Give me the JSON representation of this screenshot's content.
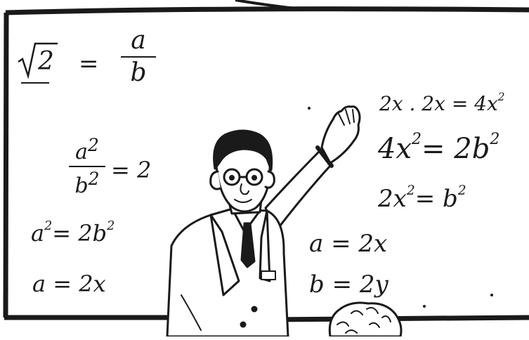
{
  "colors": {
    "ink": "#1a1a1a",
    "board": "#ffffff",
    "skin": "#ffffff"
  },
  "board": {
    "lhs": {
      "sqrt_radicand": "2",
      "equals": "=",
      "frac_num": "a",
      "frac_den": "b",
      "frac2_num": "a",
      "frac2_num_exp": "2",
      "frac2_den": "b",
      "frac2_den_exp": "2",
      "frac2_rhs": "= 2",
      "line3_a": "a",
      "line3_exp": "2",
      "line3_rest": "= 2b",
      "line3_exp2": "2",
      "line4": "a = 2x"
    },
    "rhs": {
      "line1_a": "2x . 2x = 4x",
      "line1_exp": "2",
      "line2_a": "4x",
      "line2_exp": "2",
      "line2_b": "= 2b",
      "line2_exp2": "2",
      "line3_a": "2x",
      "line3_exp": "2",
      "line3_b": "= b",
      "line3_exp2": "2",
      "line4": "a = 2x",
      "line5": "b = 2y"
    }
  }
}
